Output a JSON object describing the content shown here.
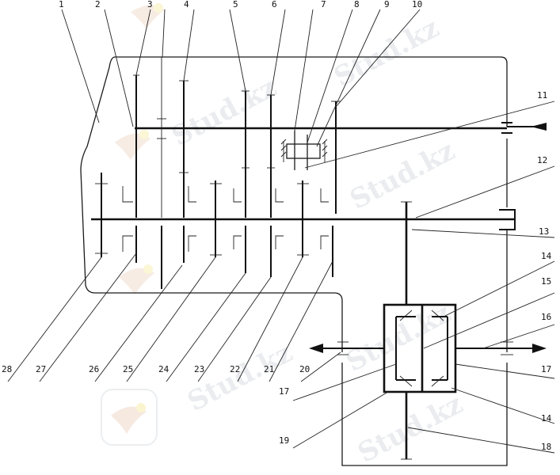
{
  "watermark": "Stud.kz",
  "labels": {
    "top": [
      "1",
      "2",
      "3",
      "4",
      "5",
      "6",
      "7",
      "8",
      "9",
      "10"
    ],
    "right": [
      "11",
      "12",
      "13",
      "14",
      "15",
      "16",
      "17",
      "14",
      "18"
    ],
    "bottom": [
      "28",
      "27",
      "26",
      "25",
      "24",
      "23",
      "22",
      "21",
      "20",
      "17",
      "19"
    ]
  }
}
